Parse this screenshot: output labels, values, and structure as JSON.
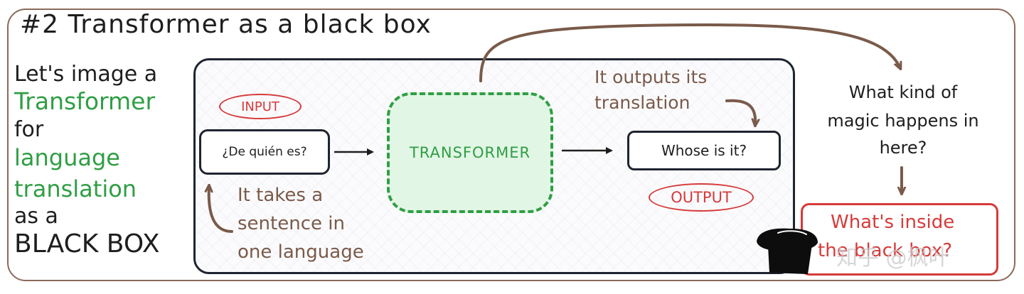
{
  "title": "#2 Transformer as a black box",
  "intro": {
    "line1": "Let's image a",
    "line2": "Transformer",
    "line3": "for",
    "line4": "language",
    "line5": "translation",
    "line6": "as a",
    "line7": "BLACK BOX"
  },
  "labels": {
    "input": "INPUT",
    "output": "OUTPUT",
    "transformer": "TRANSFORMER"
  },
  "source_sentence": "¿De quién es?",
  "target_sentence": "Whose is it?",
  "notes": {
    "takes_1": "It takes a",
    "takes_2": "sentence in",
    "takes_3": "one language",
    "outputs_1": "It outputs its",
    "outputs_2": "translation",
    "magic_1": "What kind of",
    "magic_2": "magic happens in",
    "magic_3": "here?",
    "inside_1": "What's inside",
    "inside_2": "the black box?"
  },
  "watermark": "知乎 @枫叶",
  "colors": {
    "ink": "#1e1e1e",
    "green": "#2f9e44",
    "brown": "#7a5a4a",
    "red": "#d63a3a",
    "frame": "#8a6a5a"
  }
}
